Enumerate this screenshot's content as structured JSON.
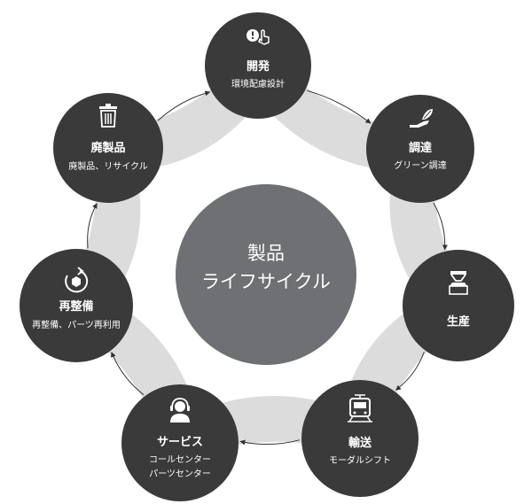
{
  "center": {
    "line1": "製品",
    "line2": "ライフサイクル"
  },
  "nodes": [
    {
      "id": "development",
      "icon": "pointer-click-icon",
      "title": "開発",
      "sub": [
        "環境配慮設計"
      ]
    },
    {
      "id": "procurement",
      "icon": "hand-leaf-icon",
      "title": "調達",
      "sub": [
        "グリーン調達"
      ]
    },
    {
      "id": "production",
      "icon": "factory-box-icon",
      "title": "生産",
      "sub": []
    },
    {
      "id": "transport",
      "icon": "train-icon",
      "title": "輸送",
      "sub": [
        "モーダルシフト"
      ]
    },
    {
      "id": "service",
      "icon": "headset-person-icon",
      "title": "サービス",
      "sub": [
        "コールセンター",
        "パーツセンター"
      ]
    },
    {
      "id": "refurbish",
      "icon": "recycle-box-icon",
      "title": "再整備",
      "sub": [
        "再整備、パーツ再利用"
      ]
    },
    {
      "id": "disposal",
      "icon": "trash-can-icon",
      "title": "廃製品",
      "sub": [
        "廃製品、リサイクル"
      ]
    }
  ],
  "colors": {
    "node_fill": "#3a3a3a",
    "center_fill": "#6e7073",
    "ring": "#dcdcdc",
    "arrow": "#333333"
  }
}
